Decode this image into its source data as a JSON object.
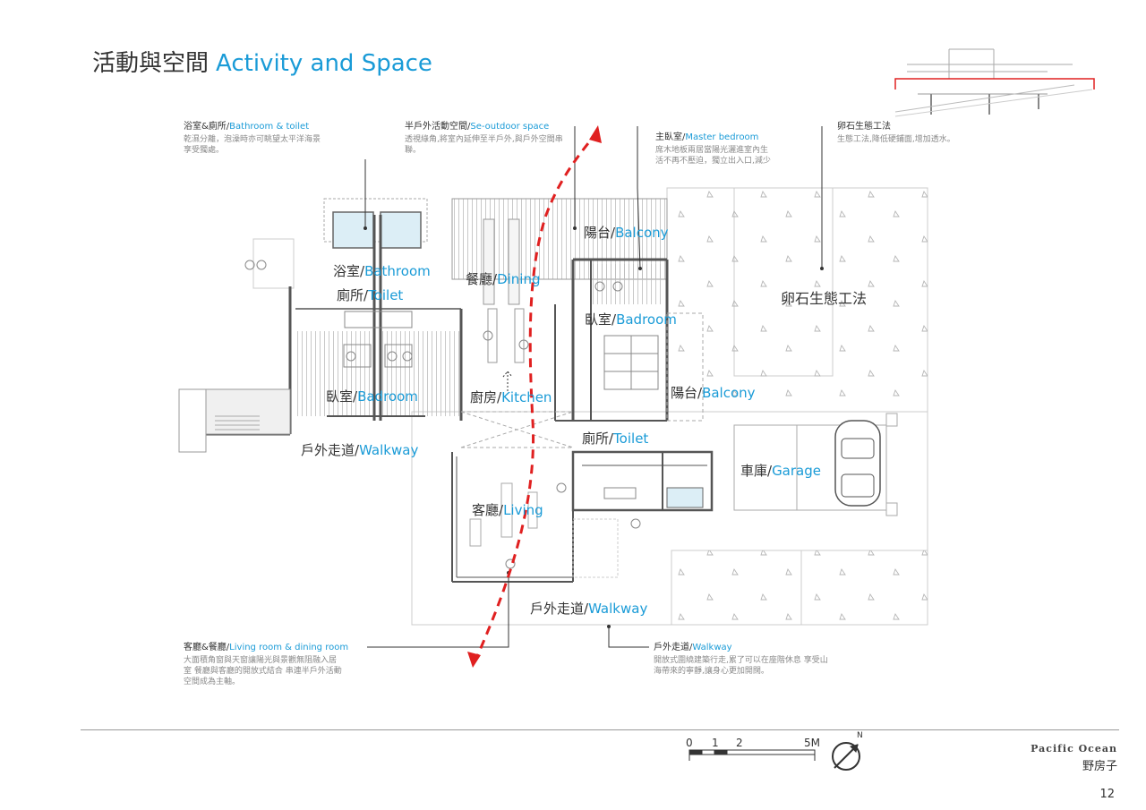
{
  "page": {
    "title_zh": "活動與空間",
    "title_en": "Activity and Space",
    "number": "12"
  },
  "brand": {
    "en": "Pacific Ocean",
    "zh": "野房子"
  },
  "callouts": {
    "bathroom": {
      "zh": "浴室&廁所/",
      "en": "Bathroom & toilet",
      "body": [
        "乾濕分離，泡澡時亦可眺望太平洋海景",
        "享受獨處。"
      ]
    },
    "outdoor": {
      "zh": "半戶外活動空間/",
      "en": "Se-outdoor space",
      "body": [
        "透視綠角,將室內延伸至半戶外,與戶外空間串",
        "聯。"
      ]
    },
    "master": {
      "zh": "主臥室/",
      "en": "Master bedroom",
      "body": [
        "席木地板兩居當陽光灑進室內生",
        "活不再不壓迫，獨立出入口,減少"
      ]
    },
    "pebble": {
      "zh": "卵石生態工法",
      "en": "",
      "body": [
        "生態工法,降低硬鋪面,增加透水。"
      ]
    },
    "living": {
      "zh": "客廳&餐廳/",
      "en": "Living room & dining room",
      "body": [
        "大面積角窗與天窗讓陽光與景觀無阻融入居",
        "室 餐廳與客廳的開放式結合 串連半戶外活動",
        "空間成為主軸。"
      ]
    },
    "walkway": {
      "zh": "戶外走道/",
      "en": "Walkway",
      "body": [
        "開放式圍繞建築行走,累了可以在座階休息 享受山",
        "海帶來的寧靜,讓身心更加開闊。"
      ]
    }
  },
  "rooms": {
    "bathroom": {
      "zh": "浴室/",
      "en": "Bathroom"
    },
    "toilet_left": {
      "zh": "廁所/",
      "en": "Toilet"
    },
    "dining": {
      "zh": "餐廳/",
      "en": "Dining"
    },
    "balcony_top": {
      "zh": "陽台/",
      "en": "Balcony"
    },
    "bedroom_right": {
      "zh": "臥室/",
      "en": "Badroom"
    },
    "pebble": {
      "zh": "卵石生態工法",
      "en": ""
    },
    "bedroom_left": {
      "zh": "臥室/",
      "en": "Badroom"
    },
    "kitchen": {
      "zh": "廚房/",
      "en": "Kitchen"
    },
    "balcony_mid": {
      "zh": "陽台/",
      "en": "Balcony"
    },
    "toilet_mid": {
      "zh": "廁所/",
      "en": "Toilet"
    },
    "walkway_left": {
      "zh": "戶外走道/",
      "en": "Walkway"
    },
    "garage": {
      "zh": "車庫/",
      "en": "Garage"
    },
    "living": {
      "zh": "客廳/",
      "en": "Living"
    },
    "walkway_bottom": {
      "zh": "戶外走道/",
      "en": "Walkway"
    }
  },
  "scale": {
    "labels": [
      "0",
      "1",
      "2",
      "5M"
    ]
  },
  "north": {
    "label": "N"
  },
  "colors": {
    "accent": "#1a9bd7",
    "path": "#e02020",
    "line": "#555555",
    "fill": "#f2f2f2"
  }
}
